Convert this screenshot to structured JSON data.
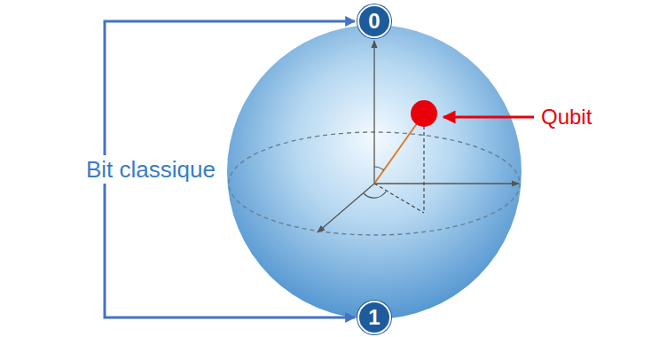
{
  "diagram": {
    "nodes": [
      {
        "text": [
          "0"
        ]
      },
      {
        "text": [
          "1"
        ]
      }
    ],
    "edges": [
      {
        "from": 0,
        "to": 1,
        "arrow": "both",
        "label": "Bit classique"
      }
    ],
    "labels": [
      "Qubit"
    ]
  }
}
